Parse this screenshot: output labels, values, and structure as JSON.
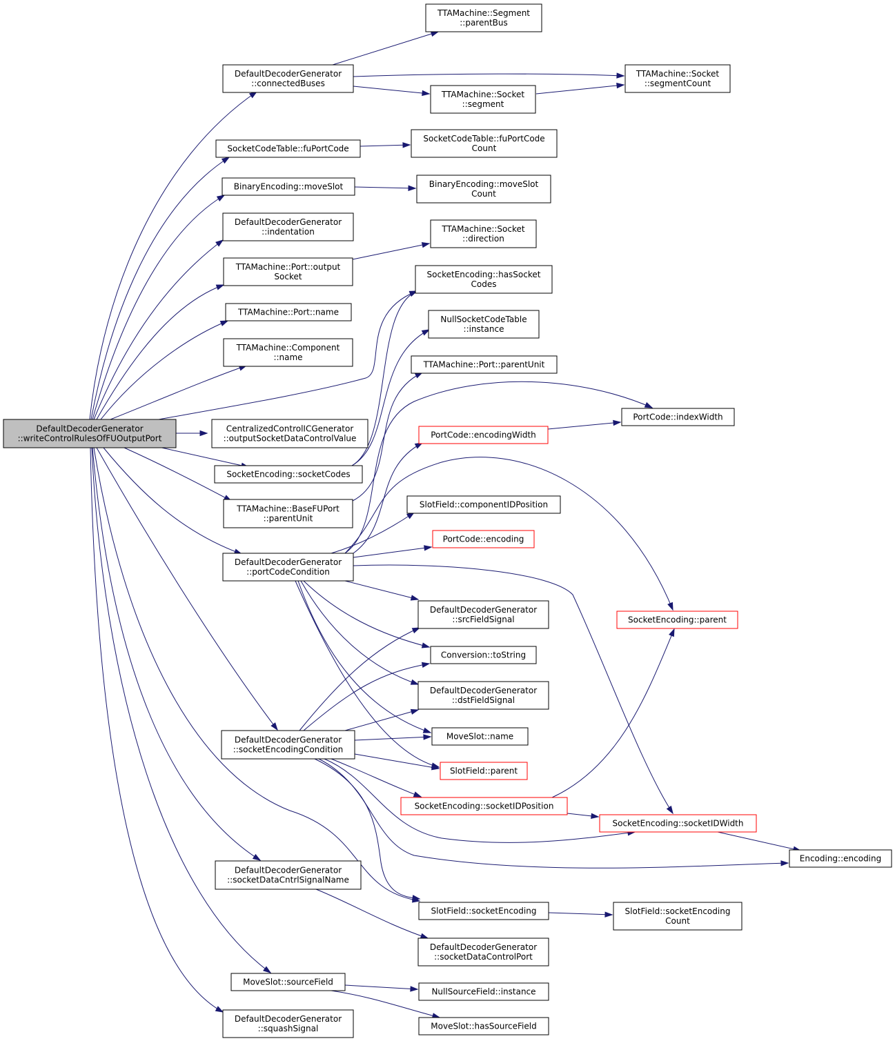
{
  "diagram": {
    "kind": "call-graph",
    "colors": {
      "edge": "#191970",
      "node_border": "#000000",
      "truncated_border": "#ff0000",
      "root_fill": "#bfbfbf"
    },
    "nodes": [
      {
        "id": "root",
        "lines": [
          "DefaultDecoderGenerator",
          "::writeControlRulesOfFUOutputPort"
        ],
        "style": "root"
      },
      {
        "id": "connectedBuses",
        "lines": [
          "DefaultDecoderGenerator",
          "::connectedBuses"
        ]
      },
      {
        "id": "parentBus",
        "lines": [
          "TTAMachine::Segment",
          "::parentBus"
        ]
      },
      {
        "id": "segmentCount",
        "lines": [
          "TTAMachine::Socket",
          "::segmentCount"
        ]
      },
      {
        "id": "segment",
        "lines": [
          "TTAMachine::Socket",
          "::segment"
        ]
      },
      {
        "id": "fuPortCode",
        "lines": [
          "SocketCodeTable::fuPortCode"
        ]
      },
      {
        "id": "fuPortCodeCount",
        "lines": [
          "SocketCodeTable::fuPortCode",
          "Count"
        ]
      },
      {
        "id": "moveSlot",
        "lines": [
          "BinaryEncoding::moveSlot"
        ]
      },
      {
        "id": "moveSlotCount",
        "lines": [
          "BinaryEncoding::moveSlot",
          "Count"
        ]
      },
      {
        "id": "indentation",
        "lines": [
          "DefaultDecoderGenerator",
          "::indentation"
        ]
      },
      {
        "id": "direction",
        "lines": [
          "TTAMachine::Socket",
          "::direction"
        ]
      },
      {
        "id": "outputSocket",
        "lines": [
          "TTAMachine::Port::output",
          "Socket"
        ]
      },
      {
        "id": "hasSocketCodes",
        "lines": [
          "SocketEncoding::hasSocket",
          "Codes"
        ]
      },
      {
        "id": "portName",
        "lines": [
          "TTAMachine::Port::name"
        ]
      },
      {
        "id": "nullSCTInstance",
        "lines": [
          "NullSocketCodeTable",
          "::instance"
        ]
      },
      {
        "id": "componentName",
        "lines": [
          "TTAMachine::Component",
          "::name"
        ]
      },
      {
        "id": "portParentUnit",
        "lines": [
          "TTAMachine::Port::parentUnit"
        ]
      },
      {
        "id": "indexWidth",
        "lines": [
          "PortCode::indexWidth"
        ]
      },
      {
        "id": "centralized",
        "lines": [
          "CentralizedControlICGenerator",
          "::outputSocketDataControlValue"
        ]
      },
      {
        "id": "encodingWidth",
        "lines": [
          "PortCode::encodingWidth"
        ],
        "style": "red"
      },
      {
        "id": "socketCodes",
        "lines": [
          "SocketEncoding::socketCodes"
        ]
      },
      {
        "id": "baseParentUnit",
        "lines": [
          "TTAMachine::BaseFUPort",
          "::parentUnit"
        ]
      },
      {
        "id": "componentIDPosition",
        "lines": [
          "SlotField::componentIDPosition"
        ]
      },
      {
        "id": "portCodeEncoding",
        "lines": [
          "PortCode::encoding"
        ],
        "style": "red"
      },
      {
        "id": "portCodeCondition",
        "lines": [
          "DefaultDecoderGenerator",
          "::portCodeCondition"
        ]
      },
      {
        "id": "srcFieldSignal",
        "lines": [
          "DefaultDecoderGenerator",
          "::srcFieldSignal"
        ]
      },
      {
        "id": "socketEncodingParent",
        "lines": [
          "SocketEncoding::parent"
        ],
        "style": "red"
      },
      {
        "id": "toString",
        "lines": [
          "Conversion::toString"
        ]
      },
      {
        "id": "dstFieldSignal",
        "lines": [
          "DefaultDecoderGenerator",
          "::dstFieldSignal"
        ]
      },
      {
        "id": "socketEncodingCondition",
        "lines": [
          "DefaultDecoderGenerator",
          "::socketEncodingCondition"
        ]
      },
      {
        "id": "moveSlotName",
        "lines": [
          "MoveSlot::name"
        ]
      },
      {
        "id": "slotFieldParent",
        "lines": [
          "SlotField::parent"
        ],
        "style": "red"
      },
      {
        "id": "socketIDPosition",
        "lines": [
          "SocketEncoding::socketIDPosition"
        ],
        "style": "red"
      },
      {
        "id": "socketIDWidth",
        "lines": [
          "SocketEncoding::socketIDWidth"
        ],
        "style": "red"
      },
      {
        "id": "encodingEncoding",
        "lines": [
          "Encoding::encoding"
        ]
      },
      {
        "id": "socketDataCntrlSignalName",
        "lines": [
          "DefaultDecoderGenerator",
          "::socketDataCntrlSignalName"
        ]
      },
      {
        "id": "slotFieldSocketEncoding",
        "lines": [
          "SlotField::socketEncoding"
        ]
      },
      {
        "id": "socketEncodingCount",
        "lines": [
          "SlotField::socketEncoding",
          "Count"
        ]
      },
      {
        "id": "socketDataControlPort",
        "lines": [
          "DefaultDecoderGenerator",
          "::socketDataControlPort"
        ]
      },
      {
        "id": "sourceField",
        "lines": [
          "MoveSlot::sourceField"
        ]
      },
      {
        "id": "nullSourceFieldInstance",
        "lines": [
          "NullSourceField::instance"
        ]
      },
      {
        "id": "squashSignal",
        "lines": [
          "DefaultDecoderGenerator",
          "::squashSignal"
        ]
      },
      {
        "id": "hasSourceField",
        "lines": [
          "MoveSlot::hasSourceField"
        ]
      }
    ],
    "edges": [
      [
        "root",
        "connectedBuses"
      ],
      [
        "root",
        "fuPortCode"
      ],
      [
        "root",
        "moveSlot"
      ],
      [
        "root",
        "indentation"
      ],
      [
        "root",
        "outputSocket"
      ],
      [
        "root",
        "portName"
      ],
      [
        "root",
        "componentName"
      ],
      [
        "root",
        "hasSocketCodes"
      ],
      [
        "root",
        "centralized"
      ],
      [
        "root",
        "socketCodes"
      ],
      [
        "root",
        "baseParentUnit"
      ],
      [
        "root",
        "portCodeCondition"
      ],
      [
        "root",
        "socketEncodingCondition"
      ],
      [
        "root",
        "slotFieldSocketEncoding"
      ],
      [
        "root",
        "socketDataCntrlSignalName"
      ],
      [
        "root",
        "sourceField"
      ],
      [
        "root",
        "squashSignal"
      ],
      [
        "connectedBuses",
        "parentBus"
      ],
      [
        "connectedBuses",
        "segmentCount"
      ],
      [
        "connectedBuses",
        "segment"
      ],
      [
        "segment",
        "segmentCount"
      ],
      [
        "fuPortCode",
        "fuPortCodeCount"
      ],
      [
        "moveSlot",
        "moveSlotCount"
      ],
      [
        "outputSocket",
        "direction"
      ],
      [
        "socketCodes",
        "hasSocketCodes"
      ],
      [
        "socketCodes",
        "nullSCTInstance"
      ],
      [
        "baseParentUnit",
        "portParentUnit"
      ],
      [
        "portCodeCondition",
        "componentIDPosition"
      ],
      [
        "portCodeCondition",
        "portCodeEncoding"
      ],
      [
        "portCodeCondition",
        "encodingWidth"
      ],
      [
        "portCodeCondition",
        "indexWidth"
      ],
      [
        "portCodeCondition",
        "socketEncodingParent"
      ],
      [
        "portCodeCondition",
        "socketIDWidth"
      ],
      [
        "portCodeCondition",
        "srcFieldSignal"
      ],
      [
        "portCodeCondition",
        "toString"
      ],
      [
        "portCodeCondition",
        "dstFieldSignal"
      ],
      [
        "portCodeCondition",
        "moveSlotName"
      ],
      [
        "portCodeCondition",
        "slotFieldParent"
      ],
      [
        "encodingWidth",
        "indexWidth"
      ],
      [
        "socketEncodingCondition",
        "srcFieldSignal"
      ],
      [
        "socketEncodingCondition",
        "toString"
      ],
      [
        "socketEncodingCondition",
        "dstFieldSignal"
      ],
      [
        "socketEncodingCondition",
        "moveSlotName"
      ],
      [
        "socketEncodingCondition",
        "slotFieldParent"
      ],
      [
        "socketEncodingCondition",
        "socketIDPosition"
      ],
      [
        "socketEncodingCondition",
        "socketIDWidth"
      ],
      [
        "socketEncodingCondition",
        "encodingEncoding"
      ],
      [
        "socketEncodingCondition",
        "slotFieldSocketEncoding"
      ],
      [
        "socketIDPosition",
        "socketEncodingParent"
      ],
      [
        "socketIDPosition",
        "socketIDWidth"
      ],
      [
        "socketIDWidth",
        "encodingEncoding"
      ],
      [
        "slotFieldSocketEncoding",
        "socketEncodingCount"
      ],
      [
        "socketDataCntrlSignalName",
        "socketDataControlPort"
      ],
      [
        "sourceField",
        "nullSourceFieldInstance"
      ],
      [
        "sourceField",
        "hasSourceField"
      ]
    ]
  }
}
